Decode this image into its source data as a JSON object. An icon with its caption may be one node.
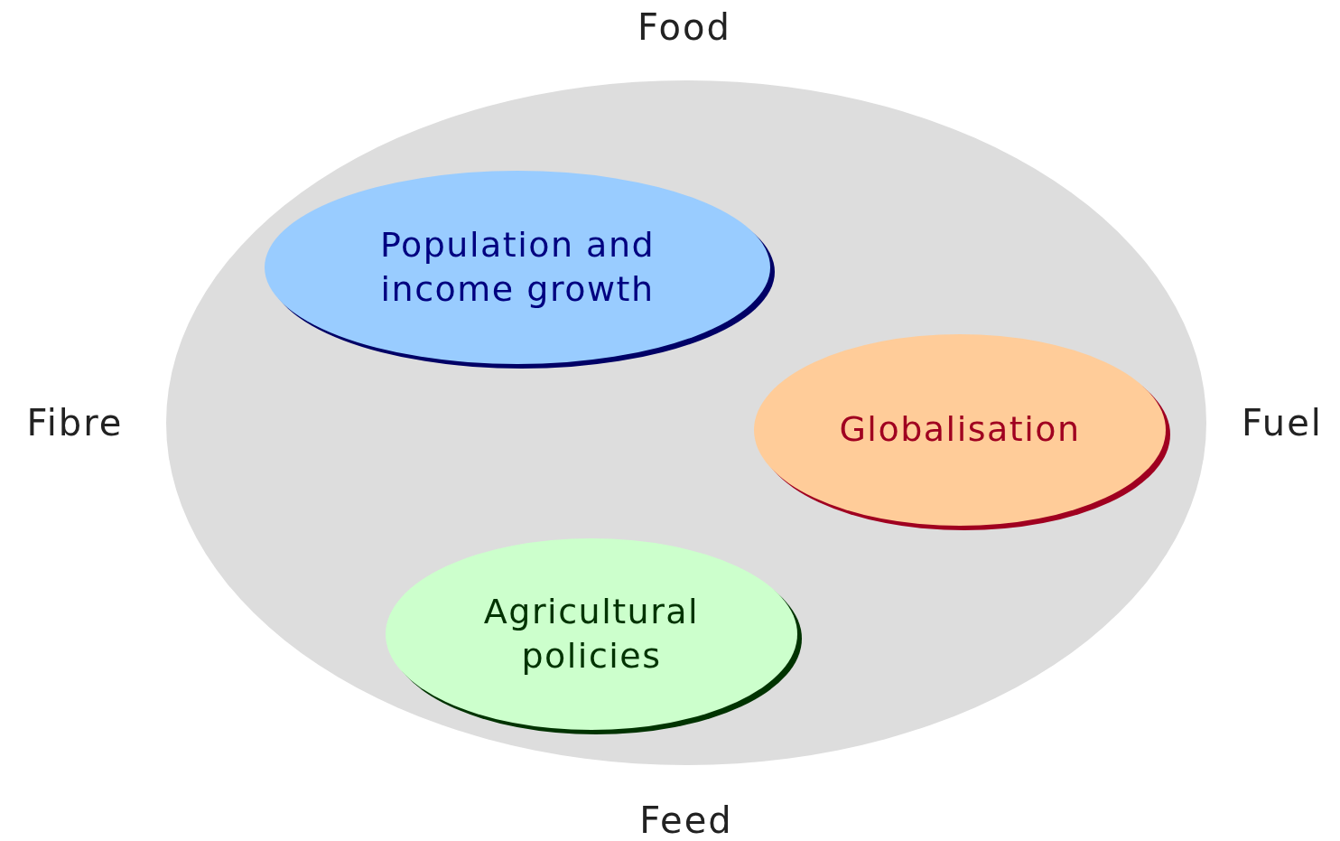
{
  "diagram": {
    "nodes": [
      {
        "text": [],
        "shape": "ellipse"
      },
      {
        "text": [
          "Population and income growth"
        ],
        "in": 0
      },
      {
        "text": [
          "Globalisation"
        ],
        "in": 0
      },
      {
        "text": [
          "Agricultural policies"
        ],
        "in": 0
      }
    ],
    "labels": [
      "Food",
      "Fibre",
      "Fuel",
      "Feed"
    ]
  }
}
